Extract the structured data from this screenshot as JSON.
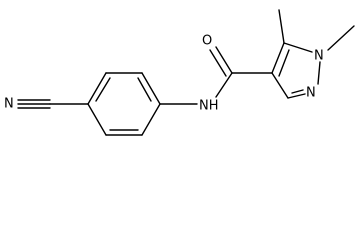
{
  "molecule": {
    "atom_labels": {
      "nitrile_n": "N",
      "amide_nh": "NH",
      "carbonyl_o": "O",
      "ring_n_methyl": "N",
      "ring_n": "N"
    }
  }
}
